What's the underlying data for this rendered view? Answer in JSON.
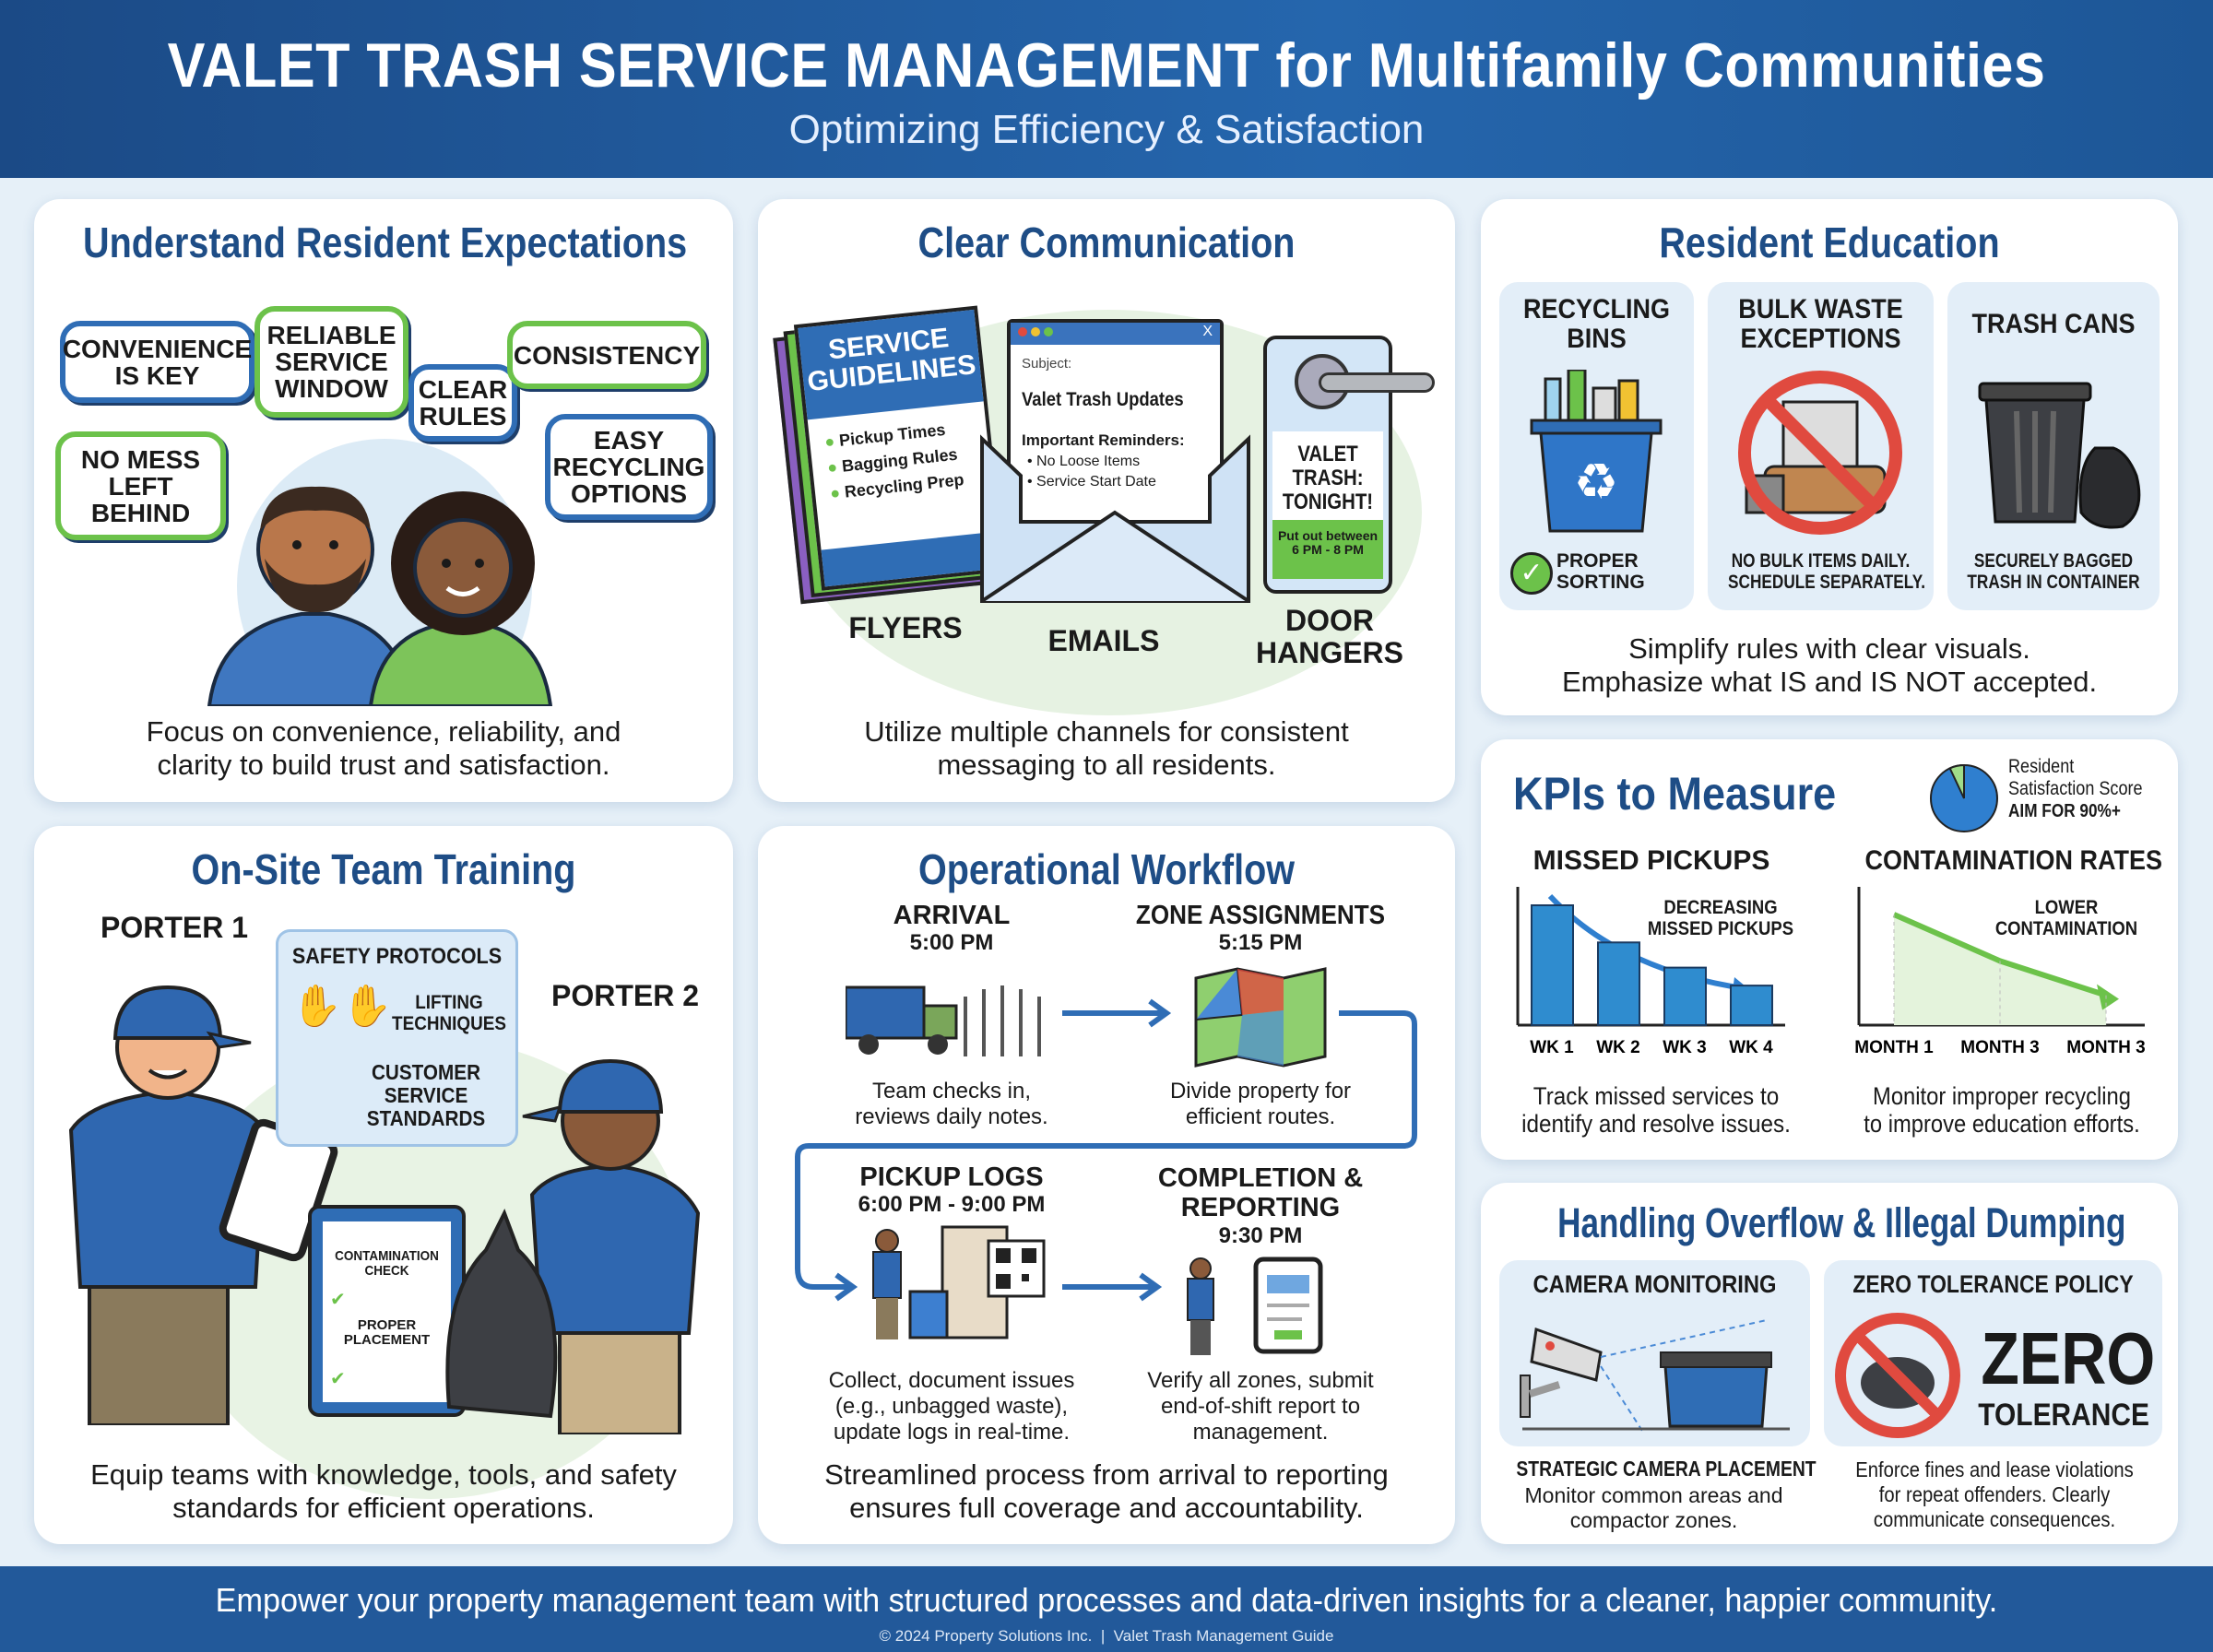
{
  "header": {
    "title": "VALET TRASH SERVICE MANAGEMENT for Multifamily Communities",
    "subtitle": "Optimizing Efficiency & Satisfaction"
  },
  "colors": {
    "primary": "#1e4d86",
    "accent_blue": "#2f6db5",
    "green": "#6cc24a",
    "background": "#e6f0f8",
    "alert_red": "#e04a3f"
  },
  "expectations": {
    "title": "Understand Resident Expectations",
    "bubbles": [
      "CONVENIENCE\nIS KEY",
      "RELIABLE\nSERVICE\nWINDOW",
      "CLEAR\nRULES",
      "CONSISTENCY",
      "EASY\nRECYCLING\nOPTIONS",
      "NO MESS\nLEFT BEHIND"
    ],
    "caption": "Focus on convenience, reliability, and\nclarity to build trust and satisfaction."
  },
  "communication": {
    "title": "Clear Communication",
    "flyer": {
      "heading": "SERVICE\nGUIDELINES",
      "items": [
        "Pickup Times",
        "Bagging Rules",
        "Recycling Prep"
      ]
    },
    "email": {
      "subject_label": "Subject:",
      "subject": "Valet Trash Updates",
      "reminders_title": "Important Reminders:",
      "reminders": [
        "No Loose Items",
        "Service Start Date"
      ],
      "close": "X"
    },
    "hanger": {
      "heading": "VALET\nTRASH:\nTONIGHT!",
      "note": "Put out between\n6 PM - 8 PM"
    },
    "channels": [
      "FLYERS",
      "EMAILS",
      "DOOR\nHANGERS"
    ],
    "caption": "Utilize multiple channels for consistent\nmessaging to all residents."
  },
  "education": {
    "title": "Resident Education",
    "panels": [
      {
        "heading": "RECYCLING\nBINS",
        "note": "PROPER\nSORTING",
        "icon": "recycling-bin-icon"
      },
      {
        "heading": "BULK WASTE\nEXCEPTIONS",
        "note": "NO BULK ITEMS DAILY.\nSCHEDULE SEPARATELY.",
        "icon": "no-bulk-items-icon"
      },
      {
        "heading": "TRASH CANS",
        "note": "SECURELY BAGGED\nTRASH IN CONTAINER",
        "icon": "trash-can-icon"
      }
    ],
    "caption": "Simplify rules with clear visuals.\nEmphasize what IS and IS NOT accepted."
  },
  "kpis": {
    "title": "KPIs to Measure",
    "satisfaction": {
      "label": "Resident\nSatisfaction Score",
      "target": "AIM FOR 90%+"
    },
    "missed": {
      "title": "MISSED PICKUPS",
      "annotation": "DECREASING\nMISSED PICKUPS",
      "caption": "Track missed services to\nidentify and resolve issues."
    },
    "contamination": {
      "title": "CONTAMINATION RATES",
      "annotation": "LOWER\nCONTAMINATION",
      "caption": "Monitor improper recycling\nto improve education efforts."
    }
  },
  "chart_data": [
    {
      "type": "bar",
      "title": "MISSED PICKUPS",
      "categories": [
        "WK 1",
        "WK 2",
        "WK 3",
        "WK 4"
      ],
      "values": [
        100,
        69,
        48,
        33
      ],
      "annotation": "DECREASING MISSED PICKUPS",
      "grid": false
    },
    {
      "type": "area",
      "title": "CONTAMINATION RATES",
      "categories": [
        "MONTH 1",
        "MONTH 3",
        "MONTH 3"
      ],
      "values": [
        100,
        58,
        27
      ],
      "annotation": "LOWER CONTAMINATION",
      "grid": false
    },
    {
      "type": "pie",
      "title": "Resident Satisfaction Score",
      "values": [
        0.93,
        0.07
      ],
      "annotation": "AIM FOR 90%+"
    }
  ],
  "training": {
    "title": "On-Site Team Training",
    "porter1": "PORTER 1",
    "porter2": "PORTER 2",
    "safety": {
      "title": "SAFETY PROTOCOLS",
      "items": [
        "LIFTING\nTECHNIQUES",
        "CUSTOMER\nSERVICE\nSTANDARDS"
      ]
    },
    "clipboard": [
      "CONTAMINATION\nCHECK",
      "PROPER\nPLACEMENT"
    ],
    "caption": "Equip teams with knowledge, tools, and safety\nstandards for efficient operations."
  },
  "workflow": {
    "title": "Operational Workflow",
    "steps": [
      {
        "name": "ARRIVAL",
        "time": "5:00 PM",
        "desc": "Team checks in,\nreviews daily notes."
      },
      {
        "name": "ZONE ASSIGNMENTS",
        "time": "5:15 PM",
        "desc": "Divide property for\nefficient routes."
      },
      {
        "name": "PICKUP LOGS",
        "time": "6:00 PM - 9:00 PM",
        "desc": "Collect, document issues\n(e.g., unbagged waste),\nupdate logs in real-time."
      },
      {
        "name": "COMPLETION &\nREPORTING",
        "time": "9:30 PM",
        "desc": "Verify all zones, submit\nend-of-shift report to\nmanagement."
      }
    ],
    "caption": "Streamlined process from arrival to reporting\nensures full coverage and accountability."
  },
  "overflow": {
    "title": "Handling Overflow & Illegal Dumping",
    "camera": {
      "heading": "CAMERA MONITORING",
      "subheading": "STRATEGIC CAMERA PLACEMENT",
      "desc": "Monitor common areas and\ncompactor zones."
    },
    "zero": {
      "heading": "ZERO TOLERANCE POLICY",
      "badge_big": "ZERO",
      "badge_small": "TOLERANCE",
      "desc": "Enforce fines and lease violations\nfor repeat offenders. Clearly\ncommunicate consequences."
    }
  },
  "footer": {
    "message": "Empower your property management team with structured processes and data-driven insights for a cleaner, happier community.",
    "copyright": "© 2024 Property Solutions Inc.  |  Valet Trash Management Guide"
  }
}
